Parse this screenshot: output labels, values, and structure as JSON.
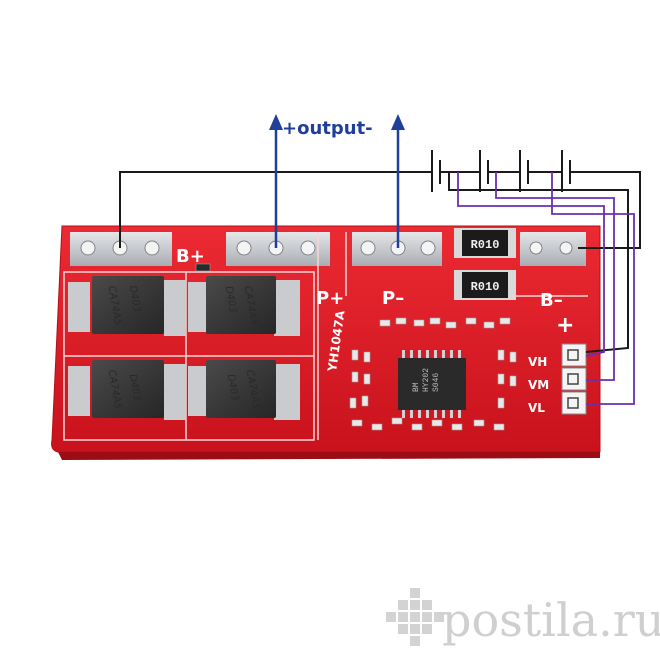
{
  "annotation": {
    "output_label": "+output-"
  },
  "board": {
    "label_b_plus": "B+",
    "label_p_plus": "P+",
    "label_p_minus": "P–",
    "label_b_minus": "B–",
    "label_plus": "+",
    "label_vh": "VH",
    "label_vm": "VM",
    "label_vl": "VL",
    "model_text": "YH1047A",
    "resistor_1": "R010",
    "resistor_2": "R010",
    "mosfet_line1": "D403",
    "mosfet_line2": "CA74A5",
    "ic_line1": "BM",
    "ic_line2": "HY202",
    "ic_line3": "S046"
  },
  "watermark": {
    "text": "postila.ru"
  },
  "colors": {
    "pcb": "#e3202a",
    "pad": "#bfc2c6",
    "mosfet": "#3a3a3a",
    "wire_black": "#1a1a1a",
    "wire_purple": "#6a2fb0",
    "arrow": "#1f3f9a"
  }
}
